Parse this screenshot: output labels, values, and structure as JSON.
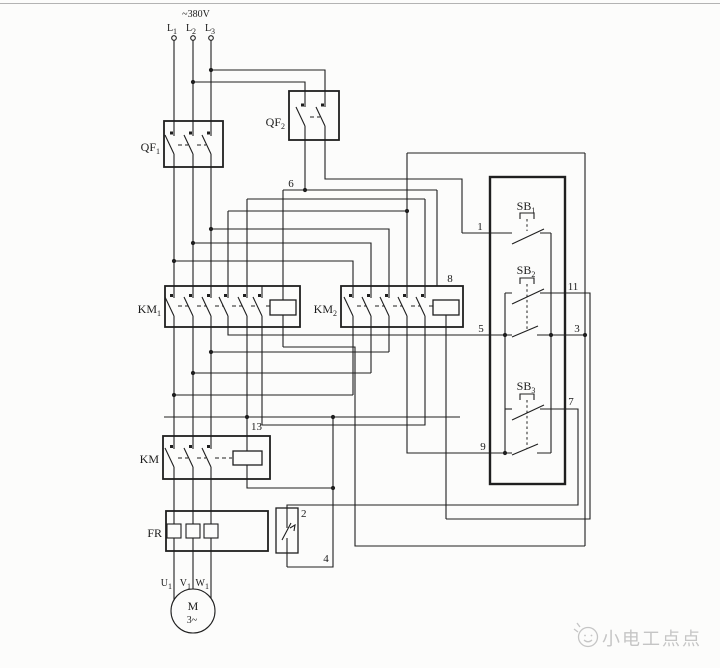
{
  "supply": {
    "voltage": "~380V",
    "phase_labels": [
      {
        "main": "L",
        "sub": "1"
      },
      {
        "main": "L",
        "sub": "2"
      },
      {
        "main": "L",
        "sub": "3"
      }
    ]
  },
  "components": {
    "qf1": {
      "main": "QF",
      "sub": "1"
    },
    "qf2": {
      "main": "QF",
      "sub": "2"
    },
    "km1": {
      "main": "KM",
      "sub": "1"
    },
    "km2": {
      "main": "KM",
      "sub": "2"
    },
    "km": {
      "main": "KM",
      "sub": ""
    },
    "fr": {
      "main": "FR",
      "sub": ""
    },
    "sb1": {
      "main": "SB",
      "sub": "1"
    },
    "sb2": {
      "main": "SB",
      "sub": "2"
    },
    "sb3": {
      "main": "SB",
      "sub": "3"
    }
  },
  "motor": {
    "symbol": "M",
    "phase": "3~",
    "terminals": [
      {
        "main": "U",
        "sub": "1"
      },
      {
        "main": "V",
        "sub": "1"
      },
      {
        "main": "W",
        "sub": "1"
      }
    ]
  },
  "wire_numbers": {
    "w1": "1",
    "w2": "2",
    "w3": "3",
    "w4": "4",
    "w5": "5",
    "w6": "6",
    "w7": "7",
    "w8": "8",
    "w9": "9",
    "w11": "11",
    "w13": "13"
  },
  "watermark": {
    "text": "小电工点点"
  },
  "colors": {
    "line": "#1f1f1f",
    "watermark": "#c5c5c5",
    "background": "#fcfcfb",
    "top_rule": "#b3b3b3"
  }
}
